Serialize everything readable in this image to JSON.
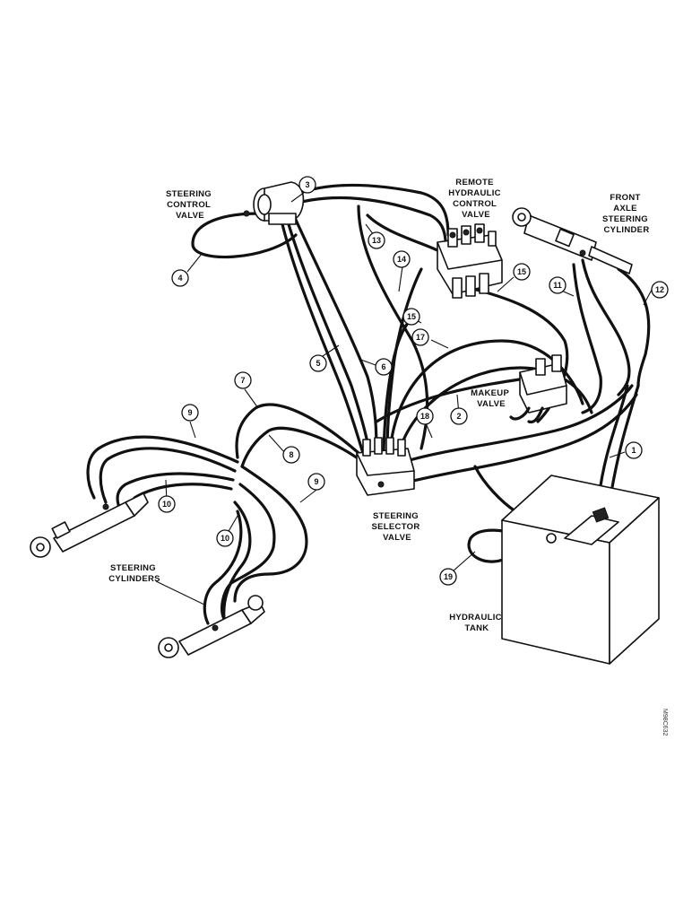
{
  "labels": {
    "steering_control_valve": [
      "STEERING",
      "CONTROL",
      "VALVE"
    ],
    "remote_hydraulic_control_valve": [
      "REMOTE",
      "HYDRAULIC",
      "CONTROL",
      "VALVE"
    ],
    "front_axle_steering_cylinder": [
      "FRONT",
      "AXLE",
      "STEERING",
      "CYLINDER"
    ],
    "makeup_valve": [
      "MAKEUP",
      "VALVE"
    ],
    "steering_selector_valve": [
      "STEERING",
      "SELECTOR",
      "VALVE"
    ],
    "steering_cylinders": [
      "STEERING",
      "CYLINDERS"
    ],
    "hydraulic_tank": [
      "HYDRAULIC",
      "TANK"
    ]
  },
  "callouts": {
    "c1": "1",
    "c2": "2",
    "c3": "3",
    "c4": "4",
    "c5": "5",
    "c6": "6",
    "c7": "7",
    "c8": "8",
    "c9a": "9",
    "c9b": "9",
    "c10a": "10",
    "c10b": "10",
    "c11": "11",
    "c12": "12",
    "c13": "13",
    "c14": "14",
    "c15a": "15",
    "c15b": "15",
    "c17": "17",
    "c18": "18",
    "c19": "19"
  },
  "figure_code": "M98C632"
}
